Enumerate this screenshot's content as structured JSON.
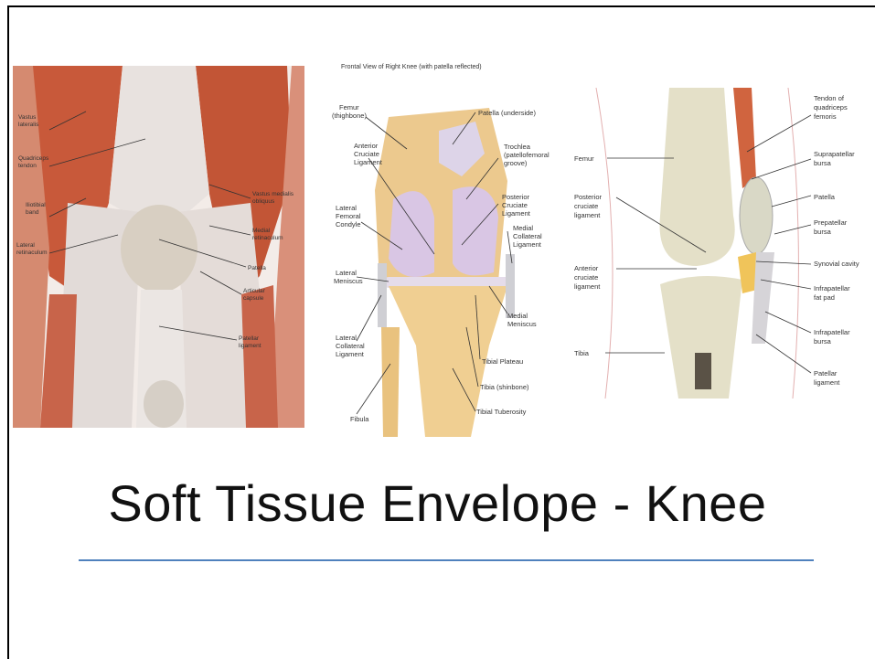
{
  "slide": {
    "title": "Soft Tissue Envelope - Knee",
    "accent_rule_color": "#4f81bd"
  },
  "panel_left": {
    "labels": {
      "vastus_lateralis": [
        "Vastus",
        "lateralis"
      ],
      "quadriceps_tendon": [
        "Quadriceps",
        "tendon"
      ],
      "iliotibial_band": [
        "Iliotibial",
        "band"
      ],
      "lateral_retinaculum": [
        "Lateral",
        "retinaculum"
      ],
      "vastus_medialis": [
        "Vastus medialis",
        "obliquus"
      ],
      "medial_retinaculum": [
        "Medial",
        "retinaculum"
      ],
      "patella": "Patella",
      "articular_capsule": [
        "Articular",
        "capsule"
      ],
      "patellar_ligament": [
        "Patellar",
        "ligament"
      ]
    }
  },
  "panel_middle": {
    "caption": "Frontal View of Right Knee (with patella reflected)",
    "labels": {
      "femur": [
        "Femur",
        "(thighbone)"
      ],
      "patella_underside": "Patella (underside)",
      "acl": [
        "Anterior",
        "Cruciate",
        "Ligament"
      ],
      "trochlea": [
        "Trochlea",
        "(patellofemoral",
        "groove)"
      ],
      "pcl": [
        "Posterior",
        "Cruciate",
        "Ligament"
      ],
      "lateral_femoral_condyle": [
        "Lateral",
        "Femoral",
        "Condyle"
      ],
      "medial_collateral": [
        "Medial",
        "Collateral",
        "Ligament"
      ],
      "lateral_meniscus": [
        "Lateral",
        "Meniscus"
      ],
      "medial_meniscus": [
        "Medial",
        "Meniscus"
      ],
      "lateral_collateral": [
        "Lateral",
        "Collateral",
        "Ligament"
      ],
      "tibial_plateau": "Tibial Plateau",
      "tibia": "Tibia (shinbone)",
      "fibula": "Fibula",
      "tibial_tuberosity": "Tibial Tuberosity"
    }
  },
  "panel_right": {
    "labels": {
      "femur": "Femur",
      "tendon_quadriceps": [
        "Tendon of",
        "quadriceps",
        "femoris"
      ],
      "suprapatellar_bursa": [
        "Suprapatellar",
        "bursa"
      ],
      "pcl": [
        "Posterior",
        "cruciate",
        "ligament"
      ],
      "patella": "Patella",
      "prepatellar_bursa": [
        "Prepatellar",
        "bursa"
      ],
      "acl": [
        "Anterior",
        "cruciate",
        "ligament"
      ],
      "synovial_cavity": "Synovial cavity",
      "infrapatellar_fat_pad": [
        "Infrapatellar",
        "fat pad"
      ],
      "tibia": "Tibia",
      "infrapatellar_bursa": [
        "Infrapatellar",
        "bursa"
      ],
      "patellar_ligament": [
        "Patellar",
        "ligament"
      ]
    }
  }
}
